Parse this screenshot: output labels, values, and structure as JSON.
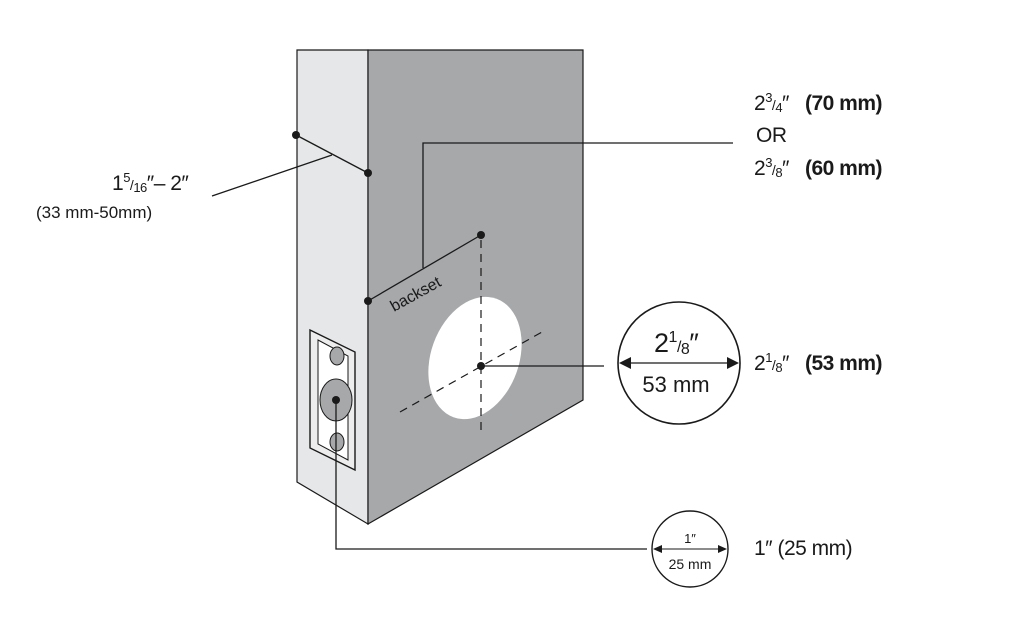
{
  "door_thickness": {
    "whole_min": "1",
    "frac_num": "5",
    "frac_den": "16",
    "range_rest": "″– 2″",
    "metric": "(33 mm-50mm)"
  },
  "backset": {
    "label": "backset",
    "option1_whole": "2",
    "option1_num": "3",
    "option1_den": "4",
    "option1_metric": "(70 mm)",
    "or": "OR",
    "option2_whole": "2",
    "option2_num": "3",
    "option2_den": "8",
    "option2_metric": "(60 mm)"
  },
  "bore_hole": {
    "whole": "2",
    "num": "1",
    "den": "8",
    "metric": "(53 mm)",
    "circle_metric": "53 mm"
  },
  "latch_hole": {
    "circle_imperial": "1″",
    "circle_metric": "25 mm",
    "label": "1″ (25 mm)"
  },
  "colors": {
    "door_face": "#a7a8aa",
    "door_edge": "#e6e7e8",
    "line": "#1a1a1a",
    "hole": "#ffffff",
    "latch_plate": "#ededed",
    "latch_hole": "#a7a8aa"
  }
}
